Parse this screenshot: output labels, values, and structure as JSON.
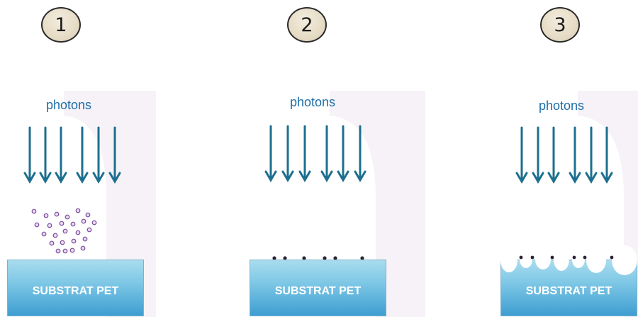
{
  "steps": [
    {
      "number": "1",
      "label": "photons",
      "substrate_label": "SUBSTRAT PET",
      "state": "particles-dispersed"
    },
    {
      "number": "2",
      "label": "photons",
      "substrate_label": "SUBSTRAT PET",
      "state": "particles-deposited"
    },
    {
      "number": "3",
      "label": "photons",
      "substrate_label": "SUBSTRAT PET",
      "state": "surface-etched"
    }
  ],
  "colors": {
    "arrow": "#1d6f8f",
    "label": "#1f6ea8",
    "particle_fill": "#e9d8f3",
    "particle_stroke": "#7a4c9c",
    "dot": "#2a2436",
    "substrate_top": "#a9dcee",
    "substrate_bottom": "#3e9ed1",
    "background_shape": "#f6f2f7"
  }
}
